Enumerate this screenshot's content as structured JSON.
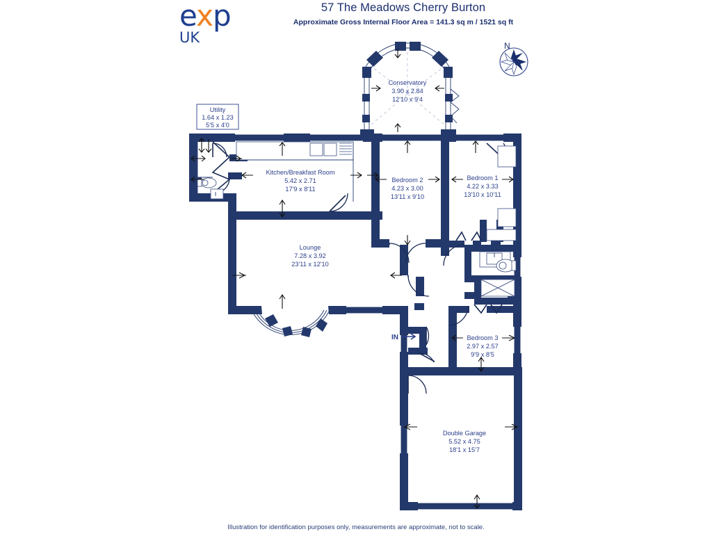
{
  "header": {
    "logo": {
      "part1": "e",
      "part2": "x",
      "part3": "p",
      "region": "UK",
      "blue": "#1f3f8f",
      "orange": "#f08020"
    },
    "title": "57 The Meadows Cherry Burton",
    "subtitle": "Approximate Gross Internal Floor Area = 141.3 sq m / 1521 sq ft"
  },
  "compass": {
    "north_label": "N"
  },
  "plan": {
    "entry_marker": "IN",
    "wall_color": "#24396b",
    "label_color": "#2b3f8c",
    "rooms": [
      {
        "id": "conservatory",
        "name": "Conservatory",
        "metric": "3.90 x 2.84",
        "imperial": "12'10 x 9'4"
      },
      {
        "id": "utility",
        "name": "Utility",
        "metric": "1.64 x 1.23",
        "imperial": "5'5 x 4'0"
      },
      {
        "id": "kitchen",
        "name": "Kitchen/Breakfast Room",
        "metric": "5.42 x 2.71",
        "imperial": "17'9 x 8'11"
      },
      {
        "id": "bedroom2",
        "name": "Bedroom 2",
        "metric": "4.23 x 3.00",
        "imperial": "13'11 x 9'10"
      },
      {
        "id": "bedroom1",
        "name": "Bedroom 1",
        "metric": "4.22 x 3.33",
        "imperial": "13'10 x 10'11"
      },
      {
        "id": "lounge",
        "name": "Lounge",
        "metric": "7.28 x 3.92",
        "imperial": "23'11 x 12'10"
      },
      {
        "id": "bedroom3",
        "name": "Bedroom 3",
        "metric": "2.97 x 2.57",
        "imperial": "9'9 x 8'5"
      },
      {
        "id": "garage",
        "name": "Double Garage",
        "metric": "5.52 x 4.75",
        "imperial": "18'1 x 15'7"
      }
    ]
  },
  "footer": {
    "disclaimer": "Illustration for identification purposes only, measurements are approximate, not to scale."
  }
}
